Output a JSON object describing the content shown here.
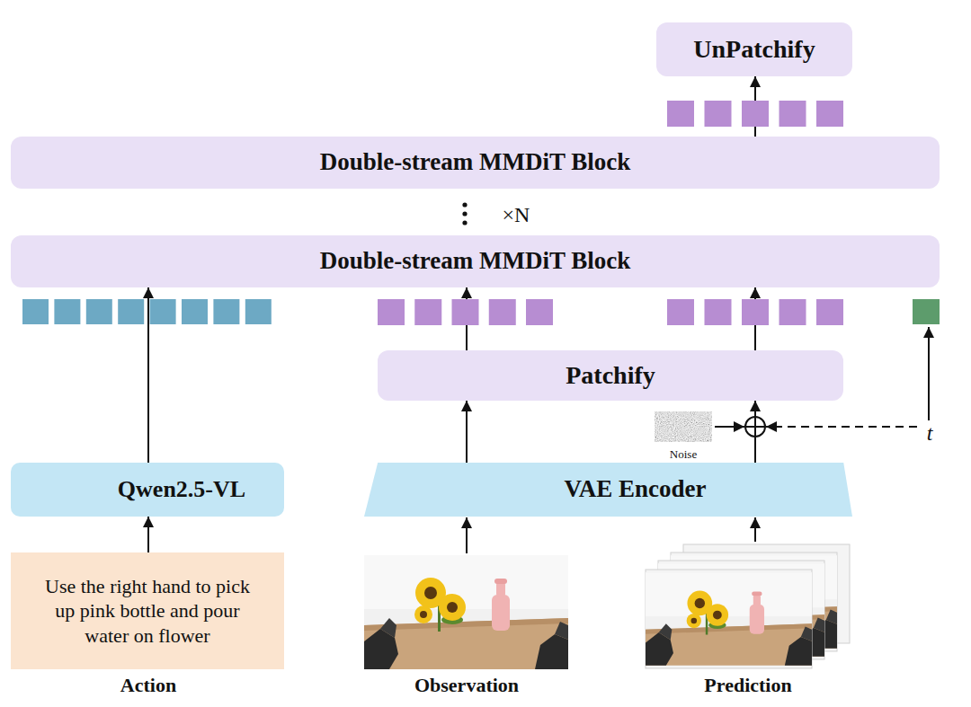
{
  "diagram": {
    "nodes": [
      {
        "text": [
          "UnPatchify"
        ]
      },
      {
        "text": [
          "Double-stream MMDiT Block"
        ]
      },
      {
        "text": [
          "Double-stream MMDiT Block"
        ]
      },
      {
        "text": [
          "Patchify"
        ]
      },
      {
        "text": [
          "Qwen2.5-VL"
        ]
      },
      {
        "text": [
          "VAE Encoder"
        ]
      },
      {
        "text": [
          "Use the right hand to pick up pink bottle and pour water on flower"
        ]
      }
    ],
    "edges": [
      {
        "from": 1,
        "to": 0,
        "arrow": "to"
      },
      {
        "from": 6,
        "to": 4,
        "arrow": "to"
      },
      {
        "from": 4,
        "to": 2,
        "arrow": "to"
      },
      {
        "from": 5,
        "to": 3,
        "arrow": "to"
      },
      {
        "from": 5,
        "to": 3,
        "arrow": "to"
      },
      {
        "from": 3,
        "to": 2,
        "arrow": "to"
      },
      {
        "from": 3,
        "to": 2,
        "arrow": "to"
      }
    ],
    "labels": [
      "×N",
      "Noise",
      "t",
      "Action",
      "Observation",
      "Prediction"
    ]
  }
}
